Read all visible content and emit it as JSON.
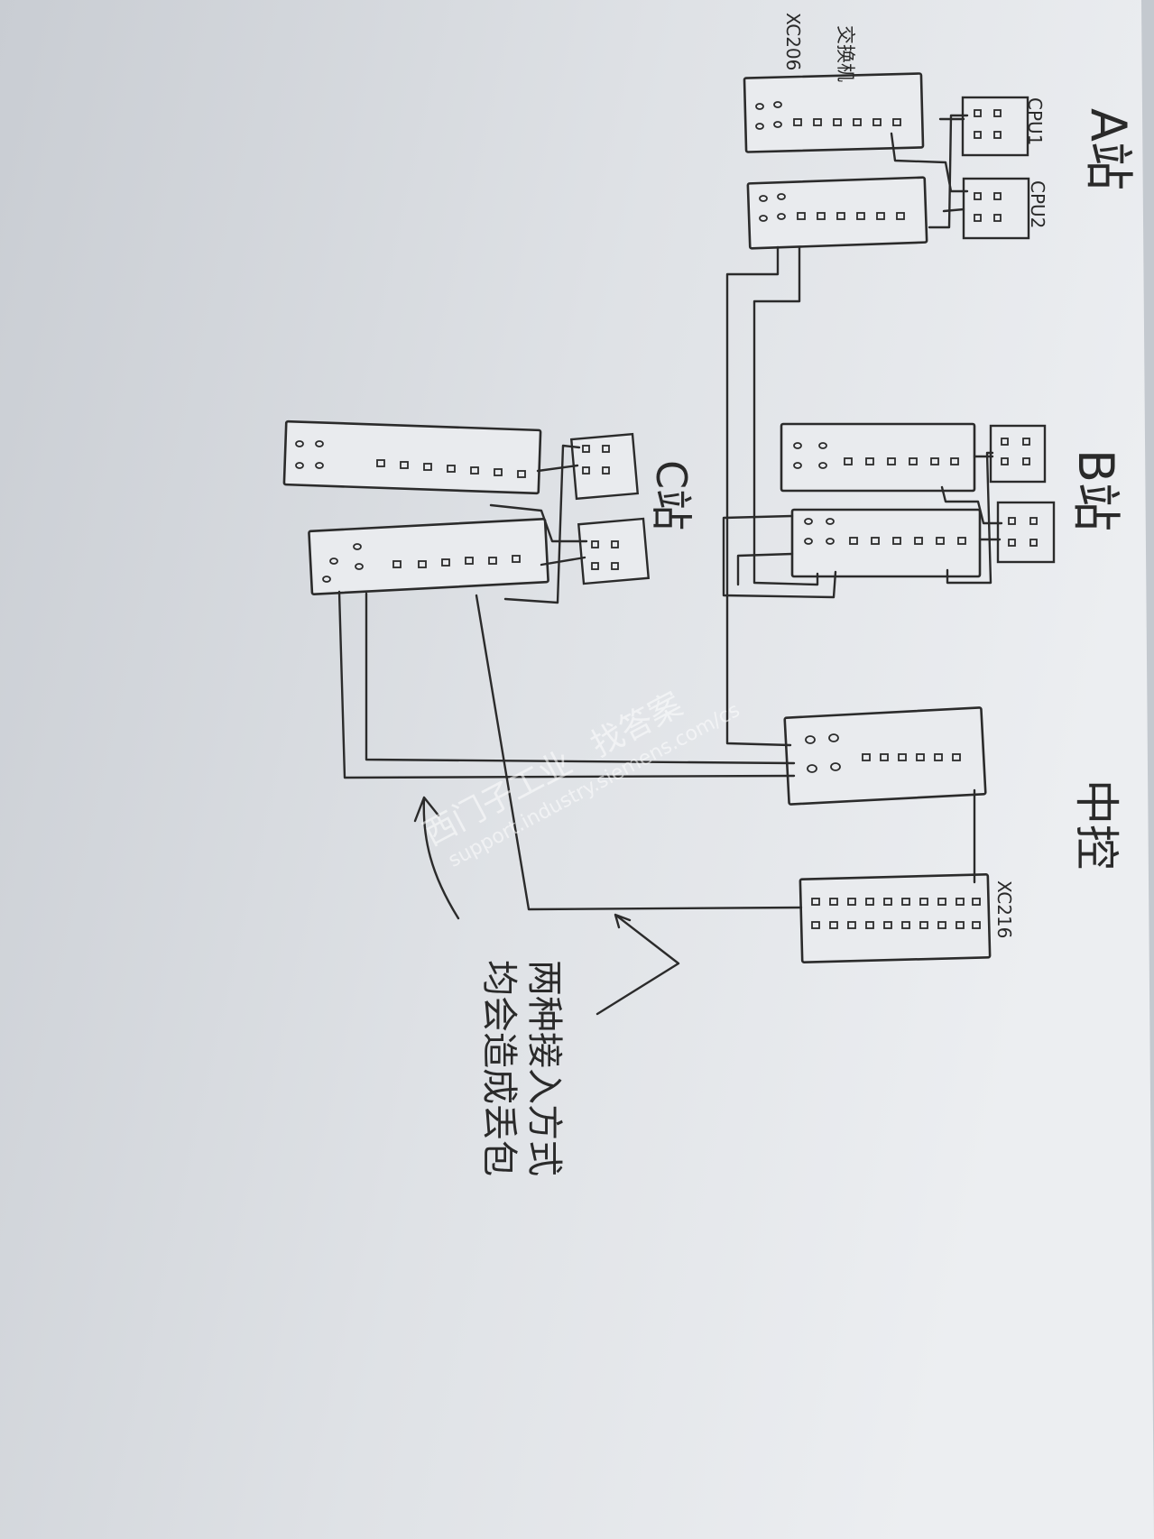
{
  "stations": {
    "a": {
      "label": "A站",
      "cpu1": "CPU1",
      "cpu2": "CPU2",
      "switch_name": "XC206",
      "switch_note": "交换机"
    },
    "b": {
      "label": "B站"
    },
    "c": {
      "label": "C站"
    },
    "central": {
      "label": "中控",
      "switch_name": "XC216"
    }
  },
  "annotation": {
    "line1": "两种接入方式",
    "line2": "均会造成丢包"
  },
  "watermark": {
    "brand": "西门子工业",
    "slogan": "找答案",
    "url": "support.industry.siemens.com/cs"
  },
  "colors": {
    "paper": "#e9ebee",
    "ink": "#2b2b2b",
    "background": "#c4c9cf"
  }
}
